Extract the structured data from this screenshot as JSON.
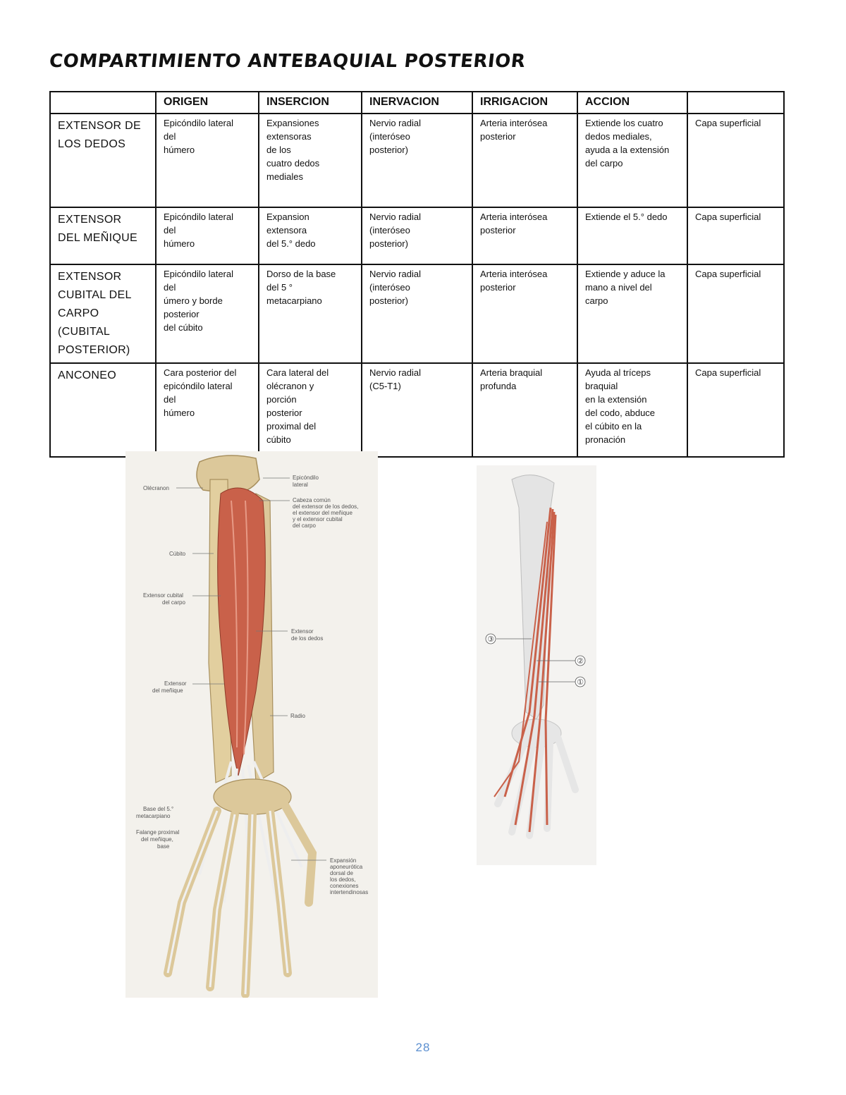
{
  "title": "COMPARTIMIENTO ANTEBAQUIAL POSTERIOR",
  "table": {
    "headers": [
      "",
      "ORIGEN",
      "INSERCION",
      "INERVACION",
      "IRRIGACION",
      "ACCION",
      ""
    ],
    "rows": [
      {
        "name": "EXTENSOR DE\nLOS DEDOS",
        "origen": "Epicóndilo lateral\ndel\nhúmero",
        "insercion": "Expansiones\nextensoras\nde los\ncuatro dedos\nmediales",
        "inervacion": "Nervio radial\n(interóseo\nposterior)",
        "irrigacion": "Arteria interósea\nposterior",
        "accion": "Extiende los cuatro\ndedos mediales,\nayuda a la extensión\ndel carpo",
        "capa": "Capa superficial"
      },
      {
        "name": "EXTENSOR\nDEL MEÑIQUE",
        "origen": "Epicóndilo lateral\ndel\nhúmero",
        "insercion": "Expansion\nextensora\ndel 5.° dedo",
        "inervacion": "Nervio radial\n(interóseo\nposterior)",
        "irrigacion": "Arteria interósea\nposterior",
        "accion": "Extiende el 5.° dedo",
        "capa": "Capa superficial"
      },
      {
        "name": "EXTENSOR\nCUBITAL DEL\nCARPO\n(CUBITAL\nPOSTERIOR)",
        "origen": "Epicóndilo lateral\ndel\número y borde\nposterior\ndel cúbito",
        "insercion": "Dorso de la base\ndel 5 °\nmetacarpiano",
        "inervacion": "Nervio radial\n(interóseo\nposterior)",
        "irrigacion": "Arteria interósea\nposterior",
        "accion": "Extiende y aduce la\nmano a nivel del\ncarpo",
        "capa": "Capa superficial"
      },
      {
        "name": "ANCONEO",
        "origen": "Cara posterior del\nepicóndilo lateral\ndel\nhúmero",
        "insercion": "Cara lateral del\nolécranon y\nporción\nposterior\nproximal del\ncúbito",
        "inervacion": "Nervio radial\n(C5-T1)",
        "irrigacion": "Arteria braquial\nprofunda",
        "accion": "Ayuda al tríceps\nbraquial\nen la extensión\ndel codo, abduce\nel cúbito en la\npronación",
        "capa": "Capa superficial"
      }
    ]
  },
  "figure_left": {
    "labels": {
      "olecranon": "Olécranon",
      "cubito": "Cúbito",
      "extensor_cubital": [
        "Extensor cubital",
        "del carpo"
      ],
      "extensor_menique": [
        "Extensor",
        "del meñique"
      ],
      "base_5_meta": [
        "Base del 5.°",
        "metacarpiano"
      ],
      "falange": [
        "Falange proximal",
        "del meñique,",
        "base"
      ],
      "epicondilo": [
        "Epicóndilo",
        "lateral"
      ],
      "cabeza_comun": [
        "Cabeza común",
        "del extensor de los dedos,",
        "el extensor del meñique",
        "y el extensor cubital",
        "del carpo"
      ],
      "extensor_dedos": [
        "Extensor",
        "de los dedos"
      ],
      "radio": "Radio",
      "expansion": [
        "Expansión",
        "aponeurótica",
        "dorsal de",
        "los dedos,",
        "conexiones",
        "intertendinosas"
      ]
    }
  },
  "figure_right": {
    "markers": [
      "③",
      "②",
      "①"
    ]
  },
  "page_number": "28",
  "colors": {
    "muscle": "#c9614a",
    "bone": "#dcc89a",
    "tendon": "#e8e8e8",
    "page_number": "#5b8fd0"
  }
}
